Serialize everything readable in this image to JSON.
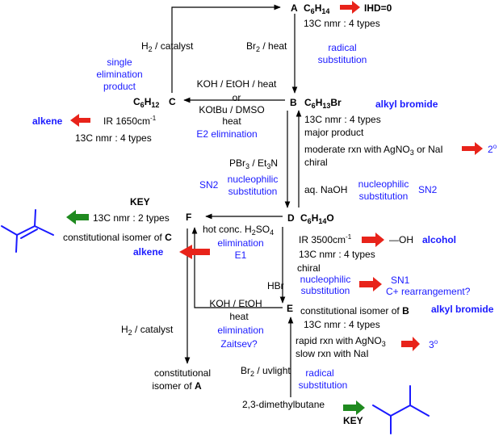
{
  "colors": {
    "text": "#000000",
    "annotation": "#1a1aff",
    "red_arrow": "#e8231a",
    "green_arrow": "#1f8a1f",
    "structure": "#1a1aff"
  },
  "nodes": {
    "A": {
      "letter": "A",
      "formula": "C",
      "sub1": "6",
      "mid": "H",
      "sub2": "14",
      "ihd": "IHD=0",
      "nmr": "13C nmr : 4 types"
    },
    "B": {
      "letter": "B",
      "formula": "C",
      "sub1": "6",
      "mid": "H",
      "sub2": "13",
      "tail": "Br",
      "class": "alkyl bromide",
      "nmr": "13C nmr : 4 types",
      "major": "major product",
      "rxn": "moderate rxn with AgNO",
      "rxn_sub": "3",
      "rxn_tail": " or NaI",
      "result": "2",
      "result_sup": "o",
      "chiral": "chiral"
    },
    "C": {
      "letter": "C",
      "formula": "C",
      "sub1": "6",
      "mid": "H",
      "sub2": "12",
      "class": "alkene",
      "ir": "IR 1650cm",
      "ir_sup": "-1",
      "nmr": "13C nmr : 4 types"
    },
    "D": {
      "letter": "D",
      "formula": "C",
      "sub1": "6",
      "mid": "H",
      "sub2": "14",
      "tail": "O",
      "ir": "IR 3500cm",
      "ir_sup": "-1",
      "oh": "—OH",
      "class": "alcohol",
      "nmr": "13C nmr : 4 types",
      "chiral": "chiral"
    },
    "E": {
      "letter": "E",
      "iso": "constitutional isomer of ",
      "iso_ref": "B",
      "class": "alkyl bromide",
      "nmr": "13C nmr : 4 types",
      "rapid": "rapid rxn with AgNO",
      "rapid_sub": "3",
      "slow": "slow rxn with NaI",
      "result": "3",
      "result_sup": "o"
    },
    "F": {
      "letter": "F",
      "nmr": "13C nmr : 2 types",
      "iso": "constitutional isomer of ",
      "iso_ref": "C",
      "class": "alkene"
    }
  },
  "reagents": {
    "c_to_a": {
      "pre": "H",
      "sub": "2",
      "post": " / catalyst"
    },
    "a_to_b": {
      "pre": "Br",
      "sub": "2",
      "post": " / heat"
    },
    "a_to_b_type": [
      "radical",
      "substitution"
    ],
    "c_note": [
      "single",
      "elimination",
      "product"
    ],
    "b_to_c": [
      "KOH / EtOH / heat",
      "or",
      "KOtBu / DMSO",
      "heat"
    ],
    "b_to_c_type": "E2 elimination",
    "b_to_d": {
      "pre": "PBr",
      "sub": "3",
      "post": " / Et",
      "sub2": "3",
      "post2": "N"
    },
    "sn2_left": "SN2",
    "ns_left": [
      "nucleophilic",
      "substitution"
    ],
    "d_to_b": "aq. NaOH",
    "ns_right": [
      "nucleophilic",
      "substitution"
    ],
    "sn2_right": "SN2",
    "d_to_f": {
      "pre": "hot conc. H",
      "sub": "2",
      "post": "SO",
      "sub2": "4"
    },
    "d_to_f_type": [
      "elimination",
      "E1"
    ],
    "d_to_e": "HBr",
    "d_to_e_type": [
      "nucleophilic",
      "substitution"
    ],
    "sn1": [
      "SN1",
      "C+ rearrangement?"
    ],
    "e_to_f": [
      "KOH / EtOH",
      "heat"
    ],
    "e_to_f_type": [
      "elimination",
      "Zaitsev?"
    ],
    "f_down": {
      "pre": "H",
      "sub": "2",
      "post": " / catalyst"
    },
    "f_down_product": [
      "constitutional",
      "isomer of "
    ],
    "f_down_ref": "A",
    "to_e": {
      "pre": "Br",
      "sub": "2",
      "post": " / uvlight"
    },
    "to_e_type": [
      "radical",
      "substitution"
    ],
    "dmb": "2,3-dimethylbutane"
  },
  "keys": {
    "top": "KEY",
    "bottom": "KEY"
  }
}
